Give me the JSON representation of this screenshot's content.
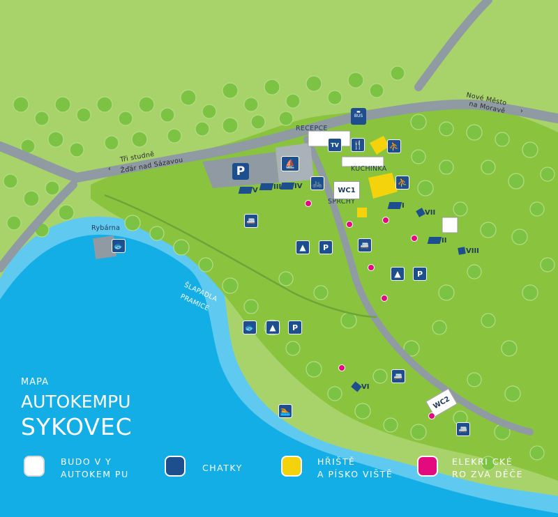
{
  "map": {
    "title": {
      "line1": "MAPA",
      "line2": "AUTOKEMPU",
      "line3": "SYKOVEC"
    },
    "colors": {
      "meadow": "#a8d36a",
      "camp_ground": "#8ac43f",
      "lake_deep": "#14aee6",
      "lake_shallow": "#5fc9f0",
      "road": "#8f9aa3",
      "icon_blue": "#1d4f8f",
      "playground_yellow": "#f4d20c",
      "electric_pink": "#e20a7e"
    },
    "roads": {
      "left": "Tři studně",
      "left_sub": "Žďár nad Sázavou",
      "right": "Nové Město",
      "right_sub": "na Moravě"
    },
    "places": {
      "reception": "RECEPCE",
      "kitchen": "KUCHINKA",
      "showers": "SPRCHY",
      "fishery": "Rybárna",
      "boat_rental_line1": "ŠLAPADLA",
      "boat_rental_line2": "PRAMICE",
      "wc1": "WC1",
      "wc2": "WC2",
      "bus": "BUS",
      "parking": "P",
      "tv": "TV"
    },
    "cottages": [
      "V",
      "III",
      "IV",
      "II",
      "I",
      "VII",
      "VIII",
      "VI"
    ],
    "icons": {
      "tent": "tent-icon",
      "caravan": "caravan-icon",
      "parking": "parking-icon",
      "restaurant": "fork-knife-icon",
      "playground": "slide-icon",
      "cycling": "bicycle-icon",
      "boat": "boat-icon",
      "fishing": "fishing-icon",
      "swimming": "swimmer-icon"
    }
  },
  "legend": [
    {
      "line1": "BUDO V Y",
      "line2": "AUTOKEM  PU",
      "color": "#ffffff"
    },
    {
      "line1": "CHATKY",
      "line2": "",
      "color": "#1d4f8f"
    },
    {
      "line1": "HŘIŠTĚ",
      "line2": "A  PÍSKO VIŠTĚ",
      "color": "#f4d20c"
    },
    {
      "line1": "ELEKRI CKÉ",
      "line2": "RO ZVA DĚČE",
      "color": "#e20a7e"
    }
  ]
}
